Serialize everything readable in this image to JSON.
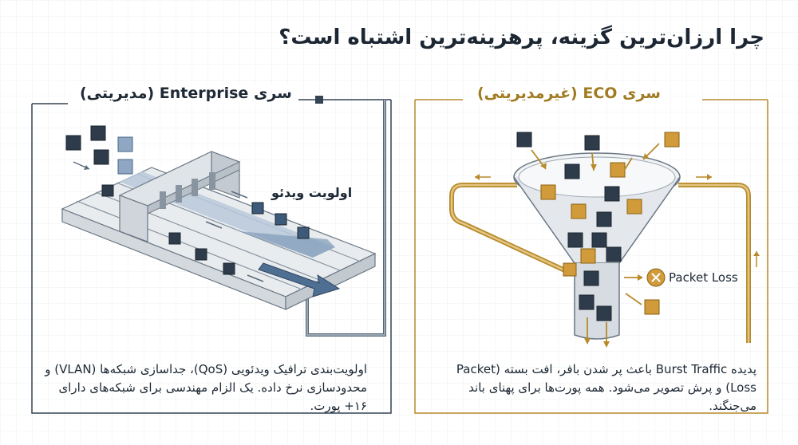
{
  "title": "چرا ارزان‌ترین گزینه، پرهزینه‌ترین اشتباه است؟",
  "enterprise": {
    "title": "سری Enterprise (مدیریتی)",
    "priority_label": "اولویت ویدئو",
    "caption": "اولویت‌بندی ترافیک ویدئویی (QoS)، جداسازی شبکه‌ها (VLAN) و محدودسازی نرخ داده. یک الزام مهندسی برای شبکه‌های دارای ۱۶+ پورت.",
    "accent_color": "#334453"
  },
  "eco": {
    "title": "سری ECO (غیرمدیریتی)",
    "packet_loss_label": "Packet Loss",
    "caption": "پدیده Burst Traffic باعث پر شدن بافر، افت بسته (Packet Loss) و پرش تصویر می‌شود. همه پورت‌ها برای پهنای باند می‌جنگند.",
    "accent_color": "#b88a2a"
  },
  "icons": [
    "data-cube-icon",
    "funnel-icon",
    "x-circle-icon",
    "arrow-icon",
    "conveyor-icon"
  ]
}
